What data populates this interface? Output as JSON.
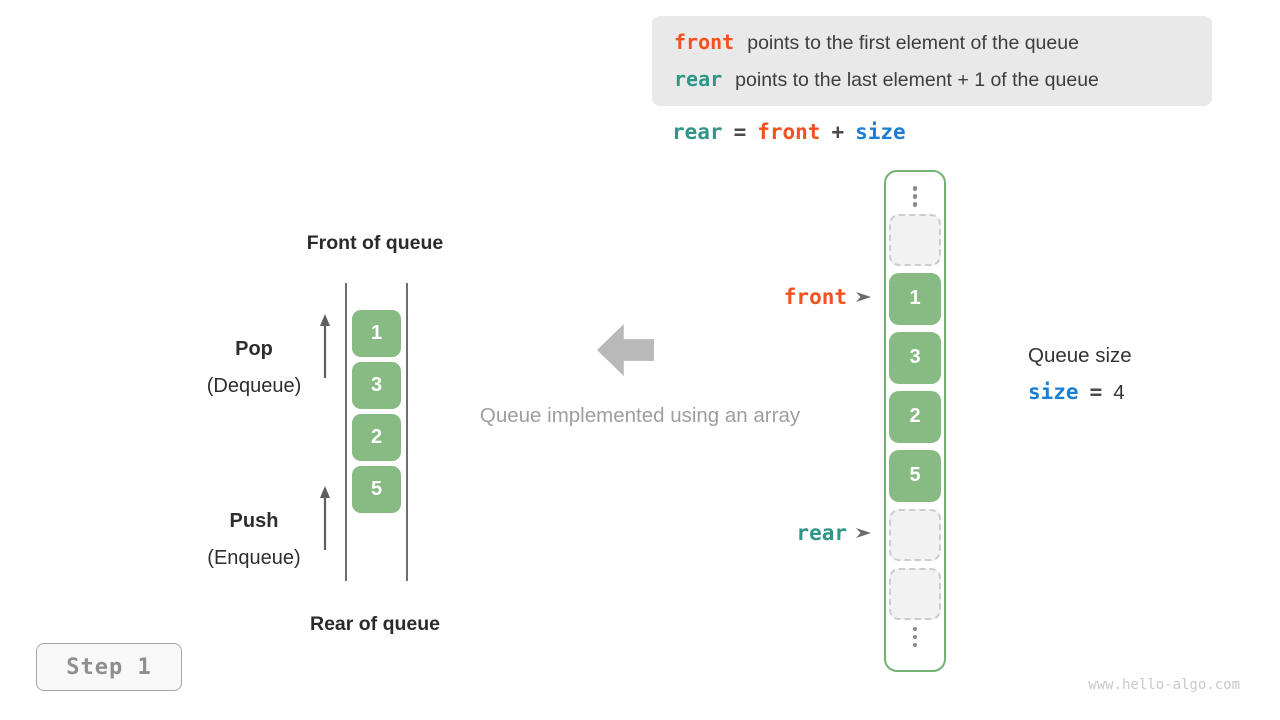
{
  "colors": {
    "front_accent": "#f4511e",
    "rear_accent": "#2f9687",
    "size_accent": "#1a7fd4",
    "cell_green": "#87bb83",
    "column_border_green": "#74b274",
    "legend_bg": "#e9e9e9",
    "muted_gray": "#9e9e9e"
  },
  "info_box": {
    "line1_code": "front",
    "line1_text": "points to the first element of the queue",
    "line2_code": "rear",
    "line2_text": "points to the last element + 1 of the queue"
  },
  "formula": {
    "lhs": "rear",
    "eq": "=",
    "term1": "front",
    "plus": "+",
    "term2": "size"
  },
  "left_queue": {
    "front_label": "Front of queue",
    "rear_label": "Rear of queue",
    "pop_title": "Pop",
    "pop_subtitle": "(Dequeue)",
    "push_title": "Push",
    "push_subtitle": "(Enqueue)",
    "values": [
      "1",
      "3",
      "2",
      "5"
    ]
  },
  "center_caption": "Queue implemented using an array",
  "array_column": {
    "cells": [
      {
        "type": "empty",
        "value": ""
      },
      {
        "type": "filled",
        "value": "1"
      },
      {
        "type": "filled",
        "value": "3"
      },
      {
        "type": "filled",
        "value": "2"
      },
      {
        "type": "filled",
        "value": "5"
      },
      {
        "type": "empty",
        "value": ""
      },
      {
        "type": "empty",
        "value": ""
      }
    ]
  },
  "pointers": {
    "front": "front",
    "rear": "rear"
  },
  "queue_size": {
    "label": "Queue size",
    "var": "size",
    "eq": "=",
    "value": "4"
  },
  "step_badge": "Step 1",
  "watermark": "www.hello-algo.com"
}
